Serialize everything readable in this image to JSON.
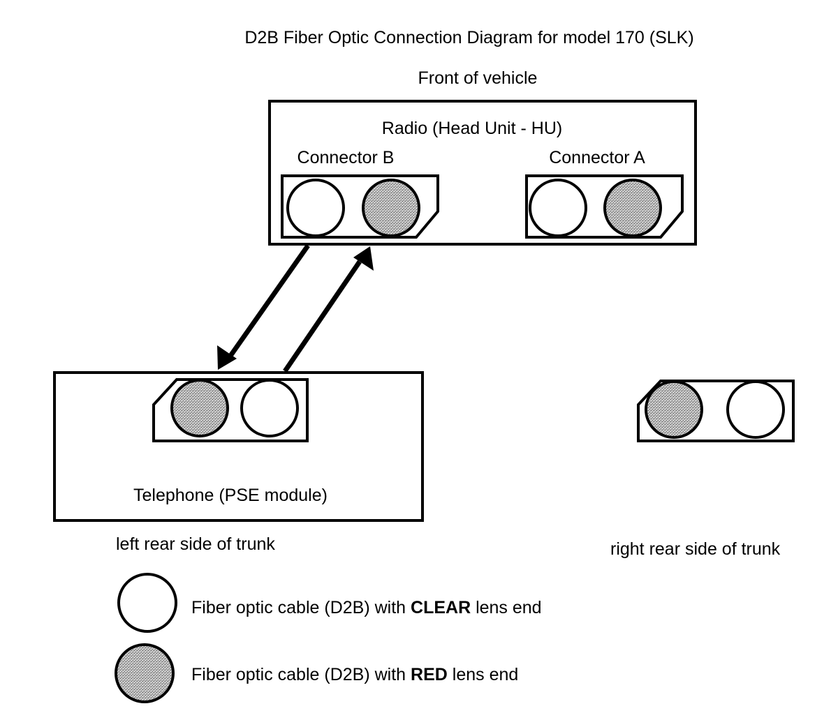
{
  "title": "D2B Fiber Optic Connection Diagram for model 170 (SLK)",
  "front_label": "Front of vehicle",
  "radio": {
    "label": "Radio (Head Unit - HU)",
    "connector_b": {
      "label": "Connector B",
      "lenses": [
        "CLEAR",
        "RED"
      ]
    },
    "connector_a": {
      "label": "Connector A",
      "lenses": [
        "CLEAR",
        "RED"
      ]
    }
  },
  "telephone": {
    "label": "Telephone (PSE module)",
    "lenses": [
      "RED",
      "CLEAR"
    ]
  },
  "right_connector": {
    "lenses": [
      "RED",
      "CLEAR"
    ]
  },
  "left_rear_label": "left rear side of trunk",
  "right_rear_label": "right rear side of trunk",
  "legend": {
    "clear": {
      "prefix": "Fiber optic cable (D2B) with ",
      "emphasis": "CLEAR",
      "suffix": " lens end"
    },
    "red": {
      "prefix": "Fiber optic cable (D2B) with ",
      "emphasis": "RED",
      "suffix": " lens end"
    }
  },
  "colors": {
    "clear_lens": "#ffffff",
    "red_lens": "#b8b8b8",
    "line": "#000000"
  },
  "connections": [
    {
      "from": "radio.connector_b.clear",
      "to": "telephone.red",
      "direction": "to-telephone"
    },
    {
      "from": "telephone.clear",
      "to": "radio.connector_b.red",
      "direction": "to-radio"
    }
  ]
}
